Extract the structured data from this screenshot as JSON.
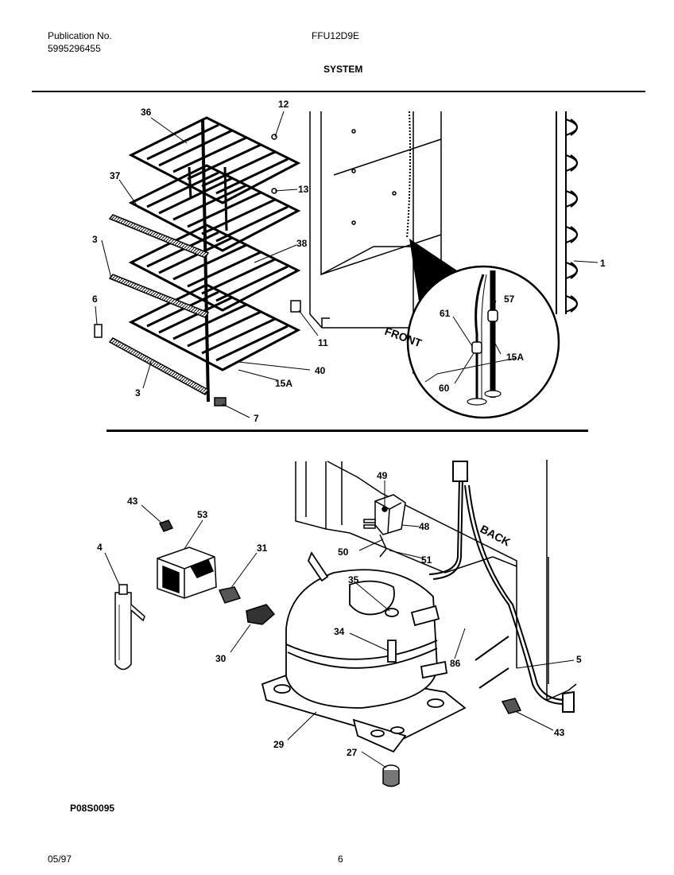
{
  "header": {
    "publication_label": "Publication No.",
    "publication_number": "5995296455",
    "model": "FFU12D9E",
    "section": "SYSTEM"
  },
  "diagram": {
    "labels_upper": {
      "front": "FRONT",
      "c36": "36",
      "c37": "37",
      "c12": "12",
      "c13": "13",
      "c38": "38",
      "c3a": "3",
      "c3b": "3",
      "c6": "6",
      "c11": "11",
      "c40": "40",
      "c15a_left": "15A",
      "c7": "7",
      "c1": "1",
      "c57": "57",
      "c61": "61",
      "c15a_zoom": "15A",
      "c60": "60"
    },
    "labels_lower": {
      "back": "BACK",
      "c43a": "43",
      "c53": "53",
      "c4": "4",
      "c31": "31",
      "c49": "49",
      "c48": "48",
      "c50": "50",
      "c51": "51",
      "c35": "35",
      "c34": "34",
      "c30": "30",
      "c86": "86",
      "c5": "5",
      "c29": "29",
      "c27": "27",
      "c43b": "43"
    }
  },
  "footer": {
    "figure_code": "P08S0095",
    "date": "05/97",
    "page": "6"
  }
}
